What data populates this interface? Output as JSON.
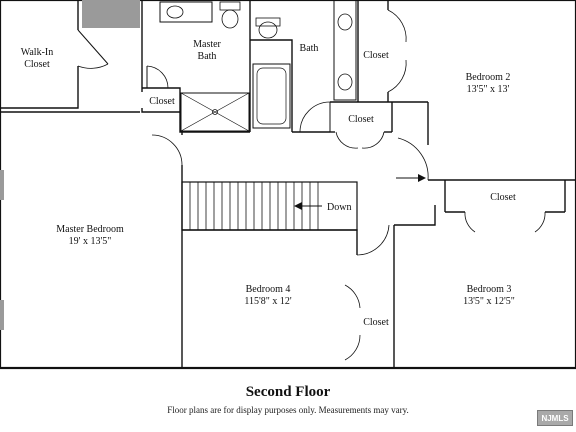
{
  "plan": {
    "rooms": {
      "walk_in_closet": [
        "Walk-In",
        "Closet"
      ],
      "master_bath": [
        "Master",
        "Bath"
      ],
      "bath": "Bath",
      "closet_master": "Closet",
      "closet_hall": "Closet",
      "closet_bath": "Closet",
      "bedroom2": {
        "name": "Bedroom 2",
        "dims": "13'5\" x 13'"
      },
      "closet_bed3": "Closet",
      "master_bedroom": {
        "name": "Master Bedroom",
        "dims": "19' x 13'5\""
      },
      "bedroom4": {
        "name": "Bedroom 4",
        "dims": "115'8\" x 12'"
      },
      "bedroom3": {
        "name": "Bedroom 3",
        "dims": "13'5\" x 12'5\""
      },
      "closet_bed4": "Closet"
    },
    "stairs_label": "Down"
  },
  "footer": {
    "title": "Second Floor",
    "disclaimer": "Floor plans are for display purposes only. Measurements may vary.",
    "watermark": "NJMLS"
  }
}
